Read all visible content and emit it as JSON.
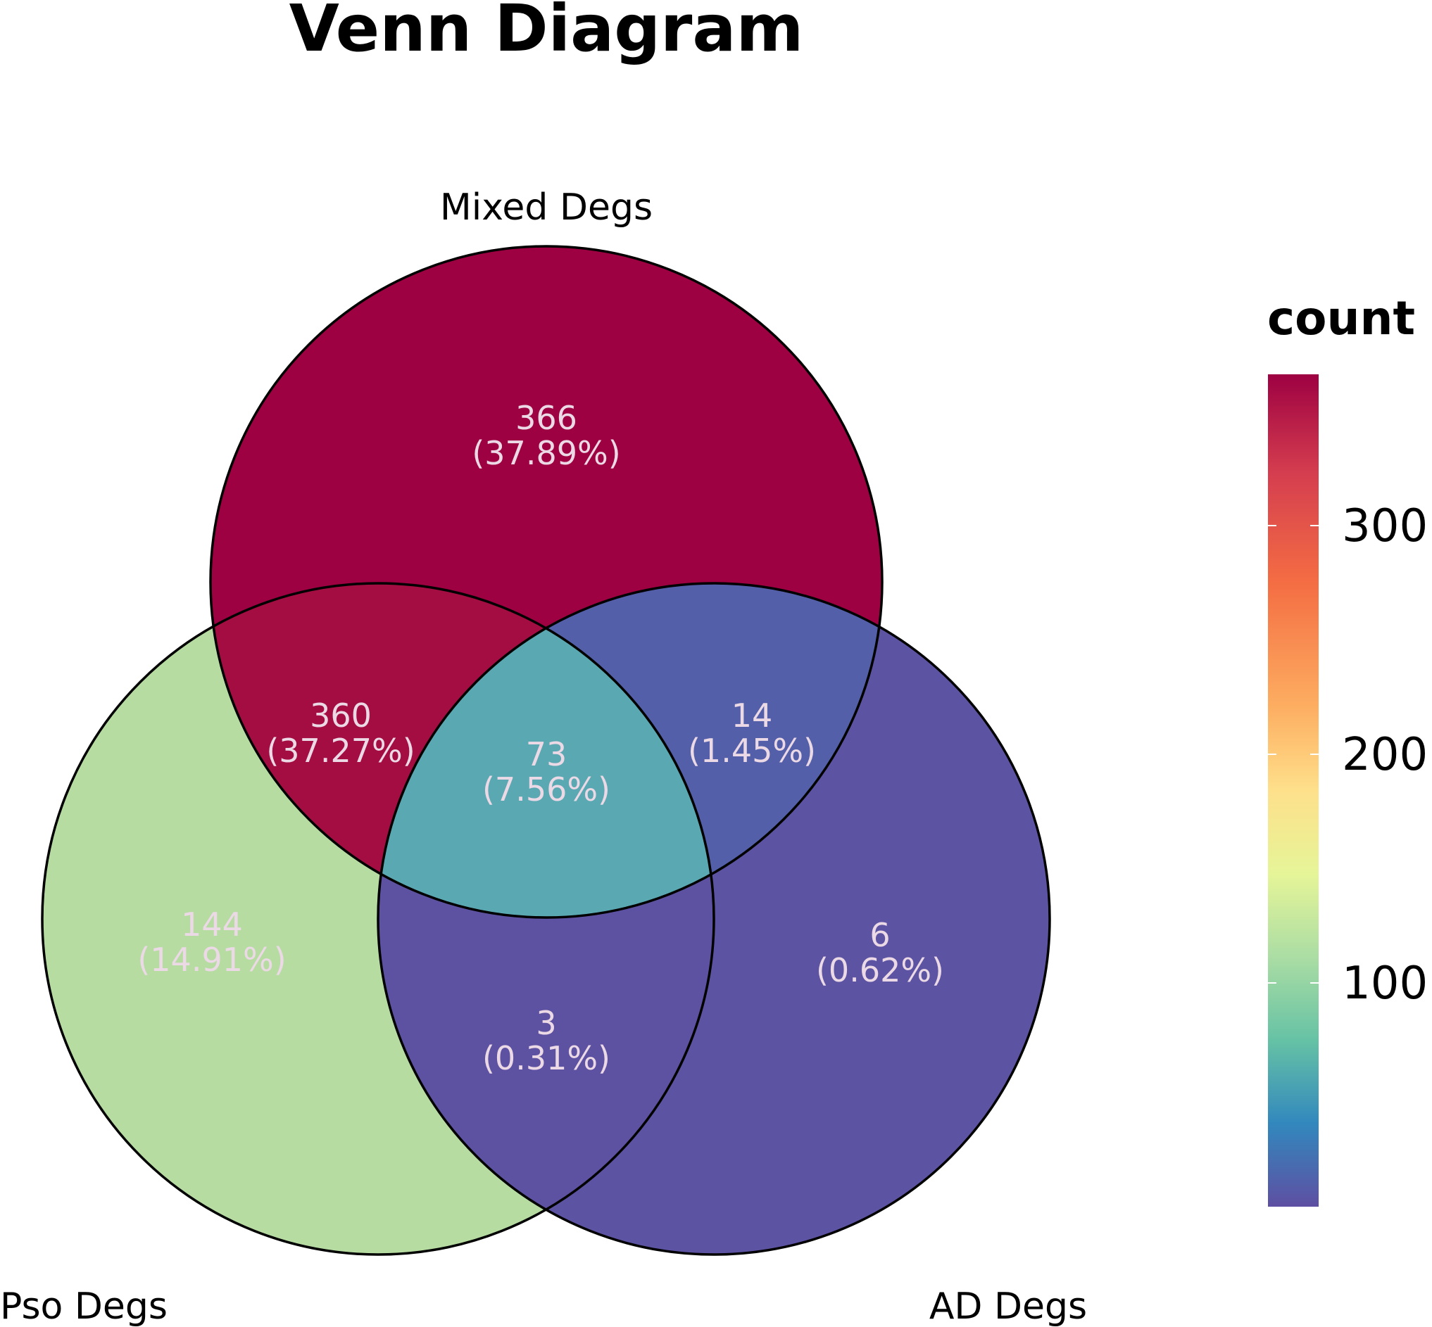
{
  "title": "Venn Diagram",
  "sets": [
    {
      "name": "Mixed Degs"
    },
    {
      "name": "Pso Degs"
    },
    {
      "name": "AD Degs"
    }
  ],
  "regions": {
    "mixed_only": {
      "count": "366",
      "percent": "(37.89%)",
      "color": "#9e0142"
    },
    "mixed_pso": {
      "count": "360",
      "percent": "(37.27%)",
      "color": "#a30d42"
    },
    "all_three": {
      "count": "73",
      "percent": "(7.56%)",
      "color": "#5aa8b2"
    },
    "mixed_ad": {
      "count": "14",
      "percent": "(1.45%)",
      "color": "#535fa8"
    },
    "pso_only": {
      "count": "144",
      "percent": "(14.91%)",
      "color": "#b6dca2"
    },
    "ad_only": {
      "count": "6",
      "percent": "(0.62%)",
      "color": "#5c53a2"
    },
    "pso_ad": {
      "count": "3",
      "percent": "(0.31%)",
      "color": "#5d51a1"
    }
  },
  "legend": {
    "title": "count",
    "ticks": [
      "100",
      "200",
      "300"
    ],
    "colorscale": "Spectral_r"
  }
}
